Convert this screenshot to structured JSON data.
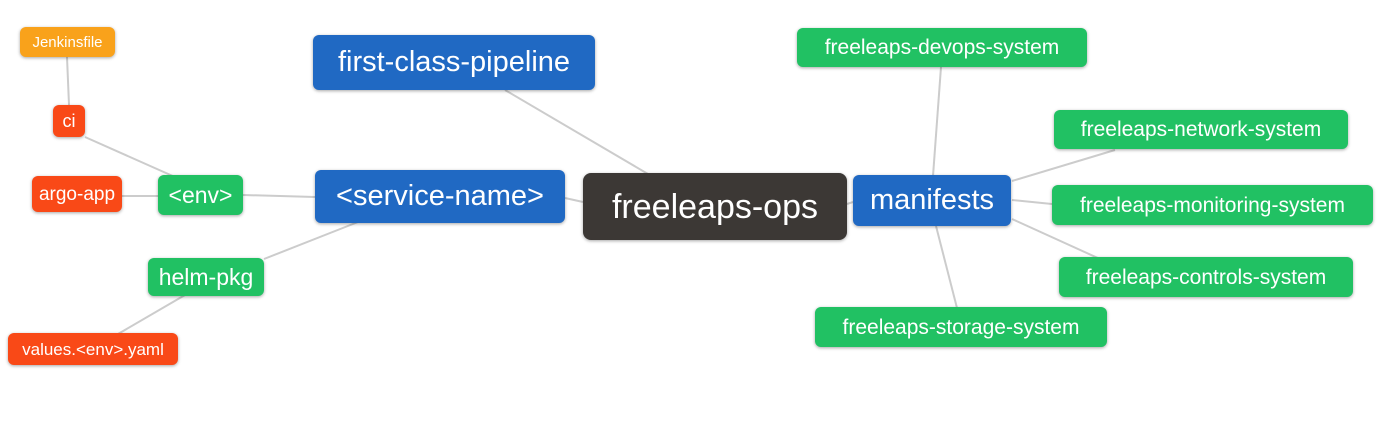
{
  "canvas": {
    "background": "#ffffff",
    "edge_color": "#cccccc"
  },
  "colors": {
    "blue": "#2069c3",
    "green": "#21c163",
    "orange": "#f9a21b",
    "red": "#f94917",
    "dark": "#3c3835"
  },
  "nodes": {
    "root": {
      "label": "freeleaps-ops"
    },
    "first_class_pipeline": {
      "label": "first-class-pipeline"
    },
    "service_name": {
      "label": "<service-name>"
    },
    "manifests": {
      "label": "manifests"
    },
    "env": {
      "label": "<env>"
    },
    "helm_pkg": {
      "label": "helm-pkg"
    },
    "argo_app": {
      "label": "argo-app"
    },
    "ci": {
      "label": "ci"
    },
    "jenkinsfile": {
      "label": "Jenkinsfile"
    },
    "values_env_yaml": {
      "label": "values.<env>.yaml"
    },
    "devops_system": {
      "label": "freeleaps-devops-system"
    },
    "network_system": {
      "label": "freeleaps-network-system"
    },
    "monitoring_system": {
      "label": "freeleaps-monitoring-system"
    },
    "controls_system": {
      "label": "freeleaps-controls-system"
    },
    "storage_system": {
      "label": "freeleaps-storage-system"
    }
  },
  "edges": [
    {
      "from": "jenkinsfile",
      "to": "ci"
    },
    {
      "from": "ci",
      "to": "env"
    },
    {
      "from": "argo_app",
      "to": "env"
    },
    {
      "from": "env",
      "to": "service_name"
    },
    {
      "from": "service_name",
      "to": "root"
    },
    {
      "from": "service_name",
      "to": "helm_pkg"
    },
    {
      "from": "helm_pkg",
      "to": "values_env_yaml"
    },
    {
      "from": "first_class_pipeline",
      "to": "root"
    },
    {
      "from": "root",
      "to": "manifests"
    },
    {
      "from": "manifests",
      "to": "devops_system"
    },
    {
      "from": "manifests",
      "to": "network_system"
    },
    {
      "from": "manifests",
      "to": "monitoring_system"
    },
    {
      "from": "manifests",
      "to": "controls_system"
    },
    {
      "from": "manifests",
      "to": "storage_system"
    }
  ]
}
